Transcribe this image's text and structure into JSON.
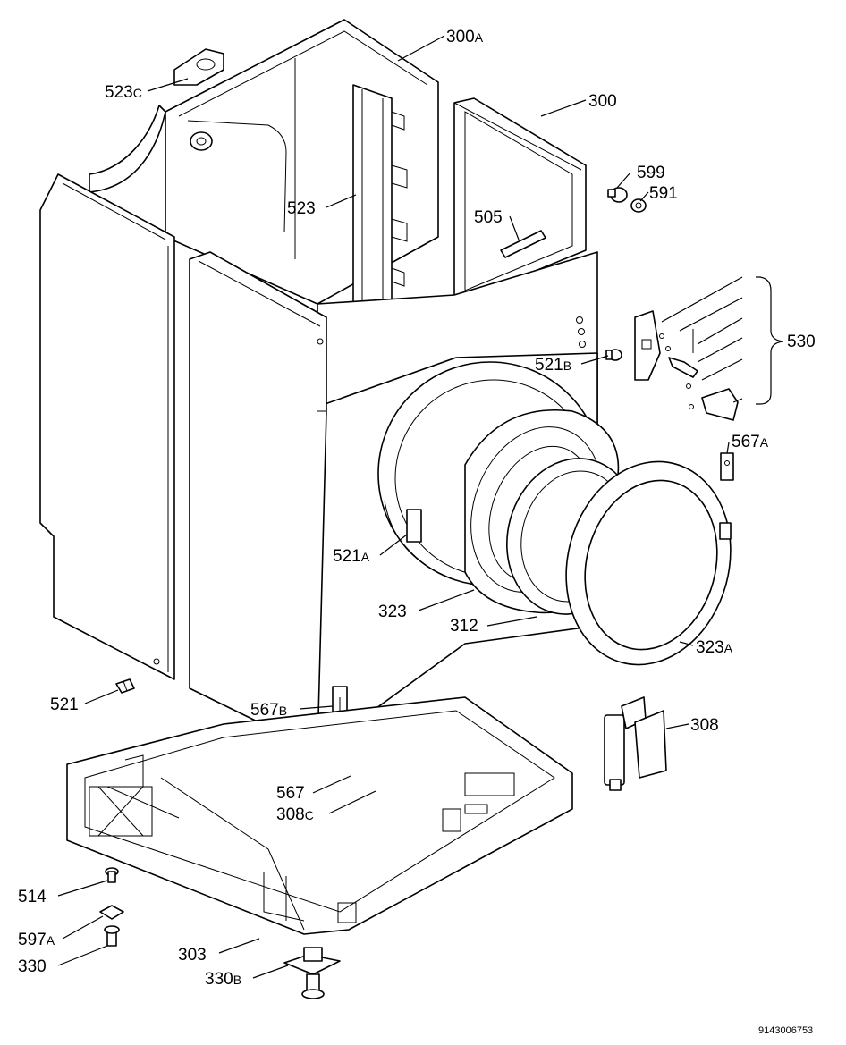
{
  "callouts": [
    {
      "id": "523c",
      "main": "523",
      "suffix": "C"
    },
    {
      "id": "300a",
      "main": "300",
      "suffix": "A"
    },
    {
      "id": "300",
      "main": "300",
      "suffix": ""
    },
    {
      "id": "599",
      "main": "599",
      "suffix": ""
    },
    {
      "id": "591",
      "main": "591",
      "suffix": ""
    },
    {
      "id": "523",
      "main": "523",
      "suffix": ""
    },
    {
      "id": "505",
      "main": "505",
      "suffix": ""
    },
    {
      "id": "530",
      "main": "530",
      "suffix": ""
    },
    {
      "id": "521b",
      "main": "521",
      "suffix": "B"
    },
    {
      "id": "567a",
      "main": "567",
      "suffix": "A"
    },
    {
      "id": "521a",
      "main": "521",
      "suffix": "A"
    },
    {
      "id": "323",
      "main": "323",
      "suffix": ""
    },
    {
      "id": "312",
      "main": "312",
      "suffix": ""
    },
    {
      "id": "323a",
      "main": "323",
      "suffix": "A"
    },
    {
      "id": "521",
      "main": "521",
      "suffix": ""
    },
    {
      "id": "567b",
      "main": "567",
      "suffix": "B"
    },
    {
      "id": "308",
      "main": "308",
      "suffix": ""
    },
    {
      "id": "567",
      "main": "567",
      "suffix": ""
    },
    {
      "id": "308c",
      "main": "308",
      "suffix": "C"
    },
    {
      "id": "514",
      "main": "514",
      "suffix": ""
    },
    {
      "id": "597a",
      "main": "597",
      "suffix": "A"
    },
    {
      "id": "303",
      "main": "303",
      "suffix": ""
    },
    {
      "id": "330",
      "main": "330",
      "suffix": ""
    },
    {
      "id": "330b",
      "main": "330",
      "suffix": "B"
    }
  ],
  "catalog_number": "9143006753"
}
